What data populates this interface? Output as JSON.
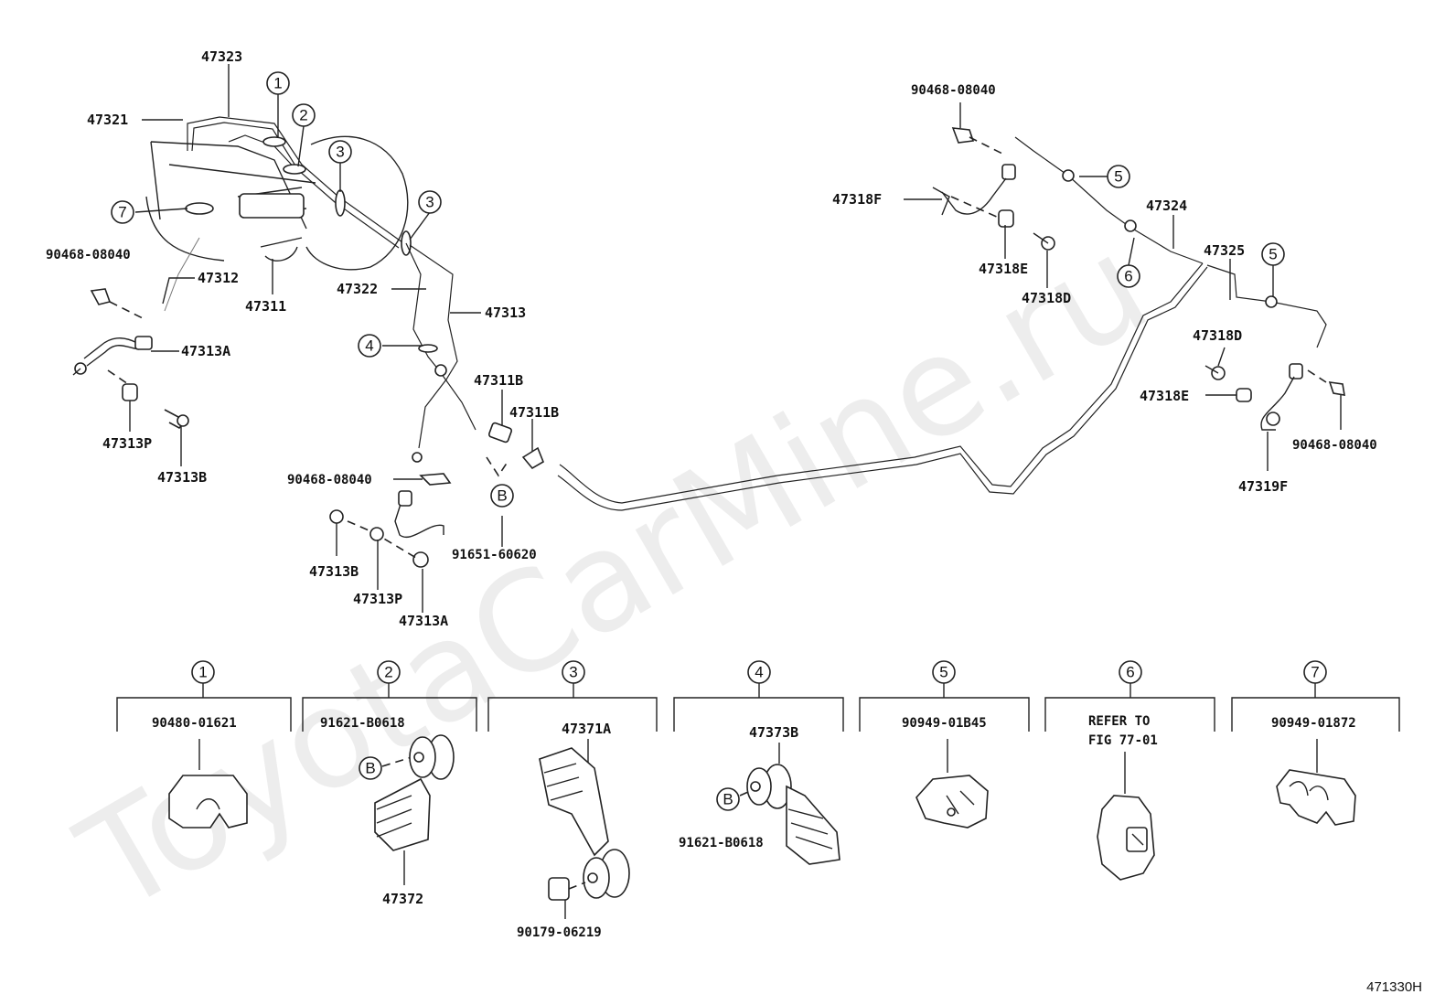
{
  "watermark": "ToyotaCarMine.ru",
  "figure_code": "471330H",
  "callout_numbers": [
    "1",
    "2",
    "3",
    "4",
    "5",
    "6",
    "7"
  ],
  "callout_letter": "B",
  "labels": {
    "p47323": "47323",
    "p47321": "47321",
    "p90468_a": "90468-08040",
    "p47312": "47312",
    "p47311": "47311",
    "p47322": "47322",
    "p47313": "47313",
    "p47313A_a": "47313A",
    "p47313P_a": "47313P",
    "p47313B_a": "47313B",
    "p47311B_a": "47311B",
    "p47311B_b": "47311B",
    "p90468_b": "90468-08040",
    "p91651": "91651-60620",
    "p47313B_b": "47313B",
    "p47313P_b": "47313P",
    "p47313A_b": "47313A",
    "p90468_c": "90468-08040",
    "p47318F": "47318F",
    "p47318E_a": "47318E",
    "p47318D_a": "47318D",
    "p47324": "47324",
    "p47325": "47325",
    "p47318D_b": "47318D",
    "p47318E_b": "47318E",
    "p90468_d": "90468-08040",
    "p47319F": "47319F"
  },
  "legend": [
    {
      "num": "1",
      "parts": [
        "90480-01621"
      ]
    },
    {
      "num": "2",
      "parts": [
        "91621-B0618",
        "47372"
      ]
    },
    {
      "num": "3",
      "parts": [
        "47371A",
        "90179-06219"
      ]
    },
    {
      "num": "4",
      "parts": [
        "47373B",
        "91621-B0618"
      ]
    },
    {
      "num": "5",
      "parts": [
        "90949-01B45"
      ]
    },
    {
      "num": "6",
      "parts": [
        "REFER TO",
        "FIG 77-01"
      ]
    },
    {
      "num": "7",
      "parts": [
        "90949-01872"
      ]
    }
  ]
}
